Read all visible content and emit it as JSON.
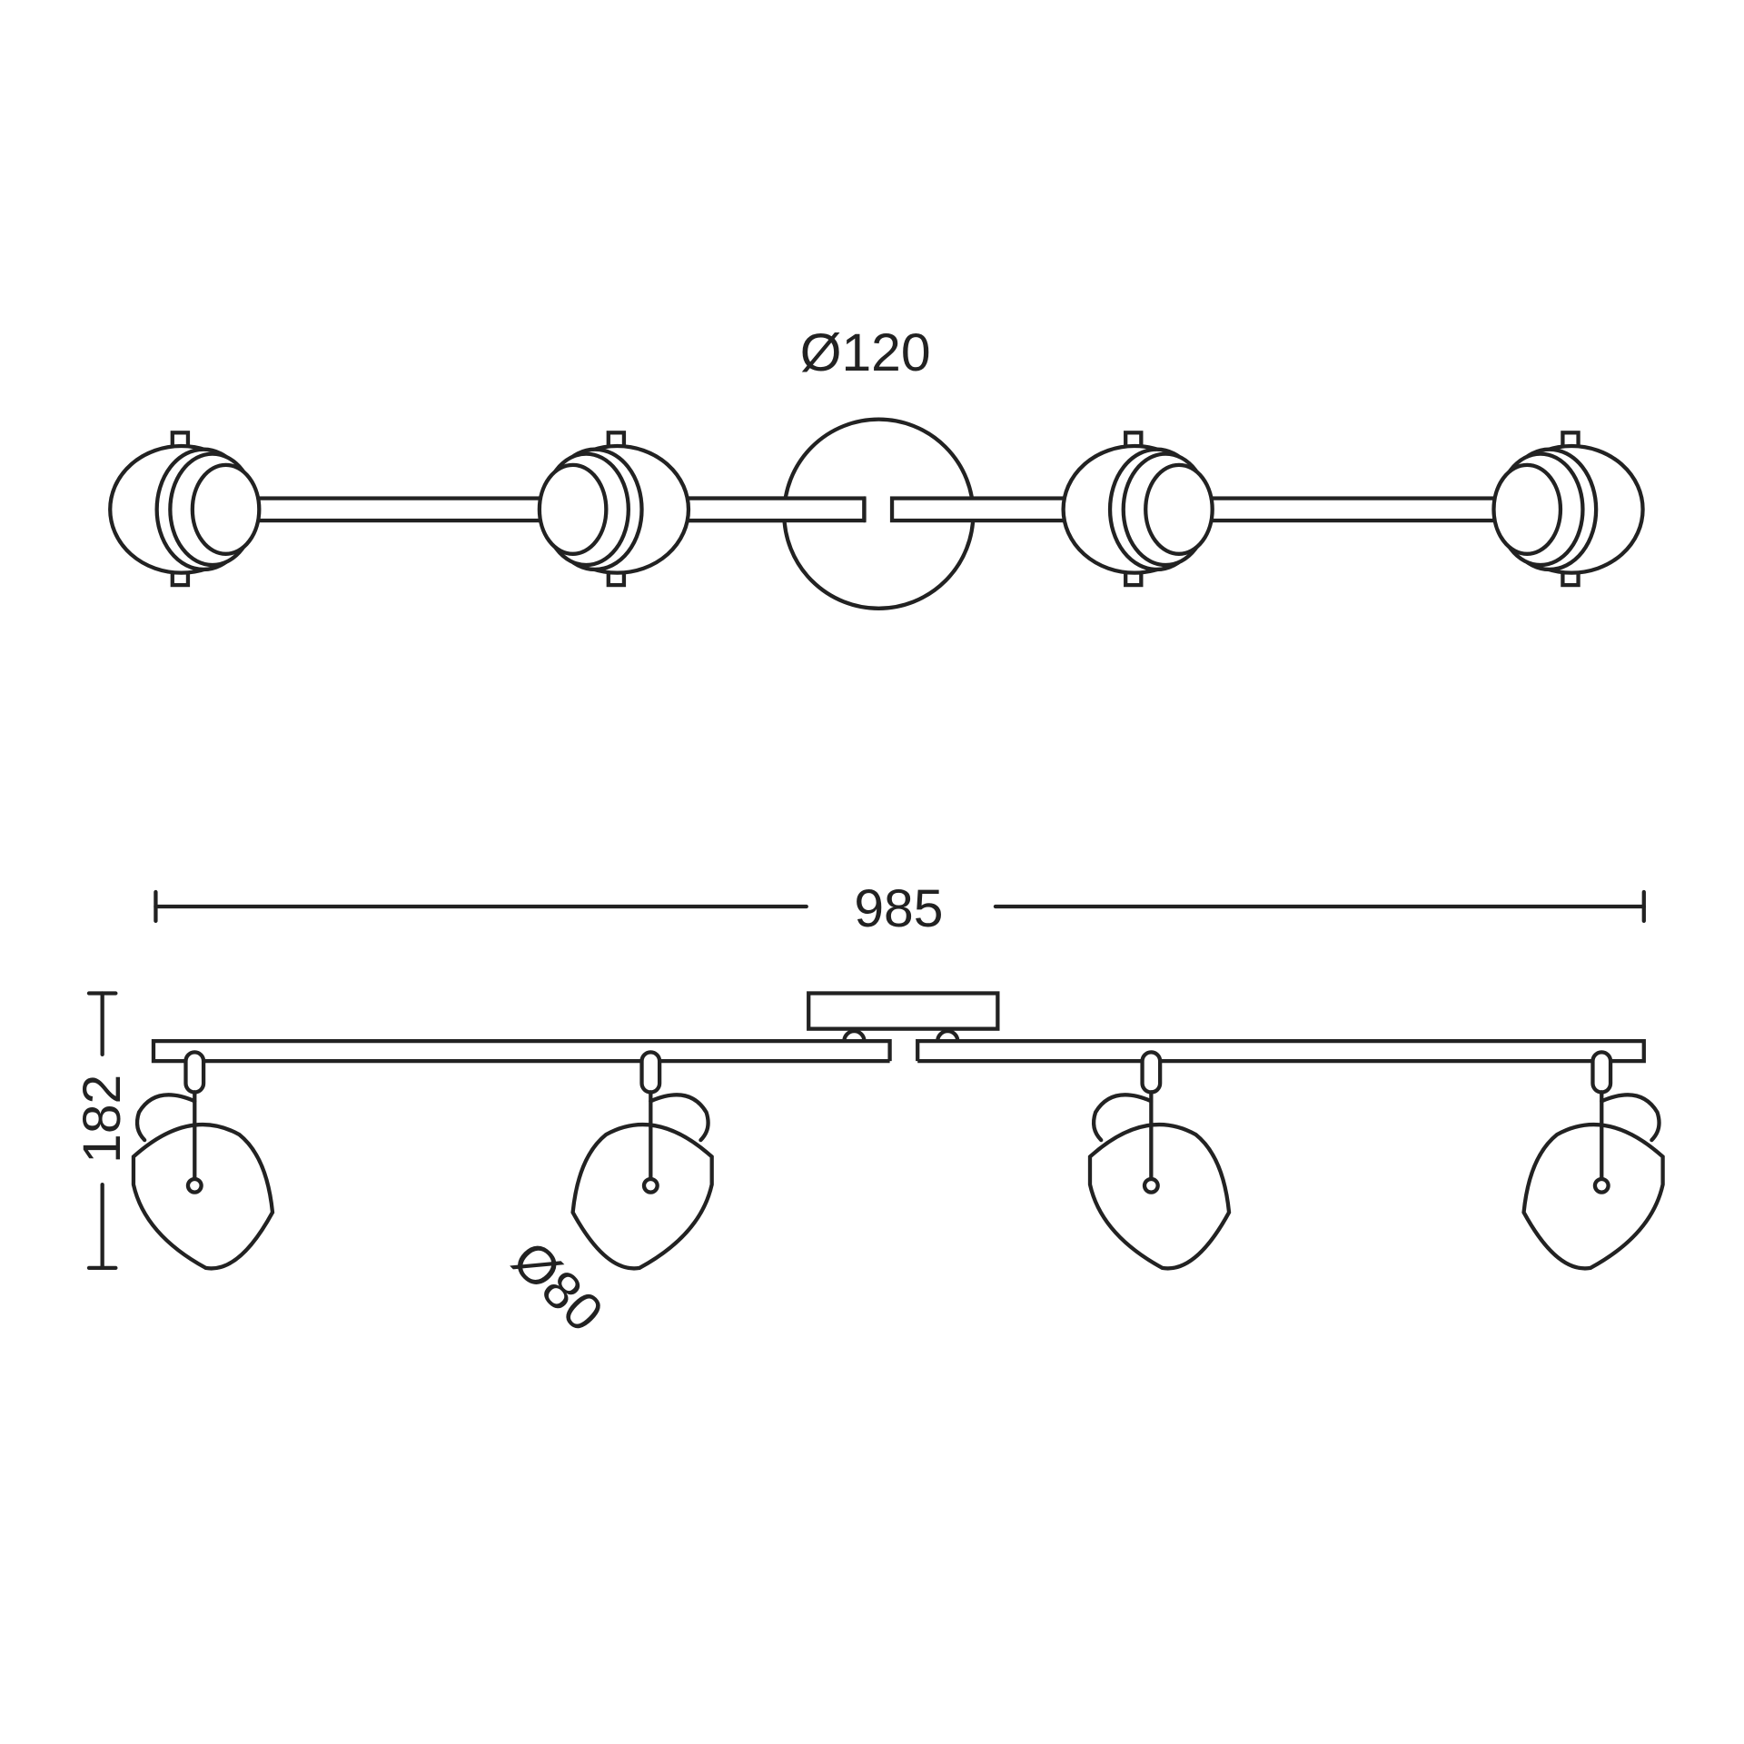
{
  "title": "Four-spot ceiling light bar dimension drawing",
  "top_view": {
    "canopy_diameter_label": "Ø120",
    "spot_count": 4
  },
  "side_view": {
    "length_label": "985",
    "height_label": "182",
    "shade_diameter_label": "Ø80",
    "spot_count": 4
  },
  "colors": {
    "line": "#222222",
    "background": "#ffffff"
  }
}
